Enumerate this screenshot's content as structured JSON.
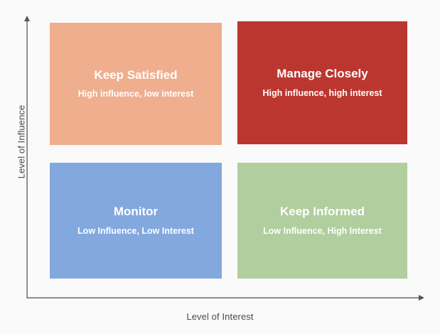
{
  "diagram": {
    "type": "stakeholder-matrix",
    "background_color": "#fafafa",
    "axes": {
      "y_label": "Level of Influence",
      "x_label": "Level of Interest",
      "line_color": "#8c8c8c",
      "label_color": "#4a4a4a"
    },
    "quadrants": [
      {
        "id": "keep-satisfied",
        "title": "Keep Satisfied",
        "subtitle": "High influence, low interest",
        "color": "#efae8e",
        "position": "top-left"
      },
      {
        "id": "manage-closely",
        "title": "Manage Closely",
        "subtitle": "High influence, high interest",
        "color": "#bc3630",
        "position": "top-right"
      },
      {
        "id": "monitor",
        "title": "Monitor",
        "subtitle": "Low Influence, Low Interest",
        "color": "#82a8de",
        "position": "bottom-left"
      },
      {
        "id": "keep-informed",
        "title": "Keep Informed",
        "subtitle": "Low Influence, High Interest",
        "color": "#b1ce9e",
        "position": "bottom-right"
      }
    ]
  }
}
